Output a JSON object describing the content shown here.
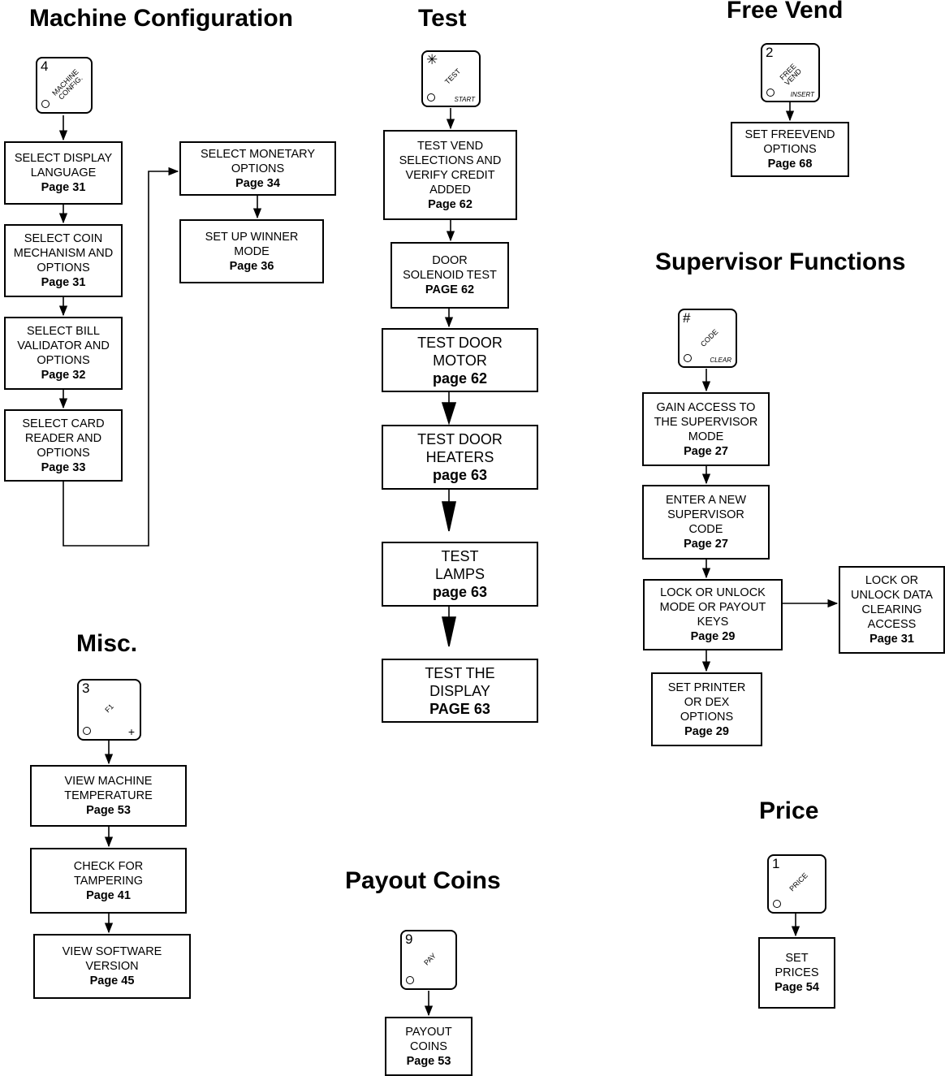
{
  "sections": {
    "machine_config": {
      "title": "Machine Configuration",
      "key": {
        "symbol": "4",
        "label": "MACHINE\nCONFIG."
      },
      "boxes": [
        {
          "text": "SELECT DISPLAY\nLANGUAGE",
          "page": "Page 31"
        },
        {
          "text": "SELECT COIN\nMECHANISM AND\nOPTIONS",
          "page": "Page 31"
        },
        {
          "text": "SELECT BILL\nVALIDATOR AND\nOPTIONS",
          "page": "Page 32"
        },
        {
          "text": "SELECT CARD\nREADER AND\nOPTIONS",
          "page": "Page 33"
        },
        {
          "text": "SELECT MONETARY\nOPTIONS",
          "page": "Page 34"
        },
        {
          "text": "SET UP WINNER\nMODE",
          "page": "Page 36"
        }
      ]
    },
    "test": {
      "title": "Test",
      "key": {
        "symbol": "✳",
        "label": "TEST",
        "sub": "START"
      },
      "boxes": [
        {
          "text": "TEST VEND\nSELECTIONS AND\nVERIFY CREDIT\nADDED",
          "page": "Page 62"
        },
        {
          "text": "DOOR\nSOLENOID TEST",
          "page": "PAGE 62"
        },
        {
          "text": "TEST DOOR\nMOTOR",
          "page": "page 62"
        },
        {
          "text": "TEST DOOR\nHEATERS",
          "page": "page 63"
        },
        {
          "text": "TEST\nLAMPS",
          "page": "page 63"
        },
        {
          "text": "TEST THE\nDISPLAY",
          "page": "PAGE 63"
        }
      ]
    },
    "free_vend": {
      "title": "Free Vend",
      "key": {
        "symbol": "2",
        "label": "FREE VEND",
        "sub": "INSERT"
      },
      "boxes": [
        {
          "text": "SET FREEVEND\nOPTIONS",
          "page": "Page 68"
        }
      ]
    },
    "supervisor": {
      "title": "Supervisor Functions",
      "key": {
        "symbol": "#",
        "label": "CODE",
        "sub": "CLEAR"
      },
      "boxes": [
        {
          "text": "GAIN ACCESS TO\nTHE SUPERVISOR\nMODE",
          "page": "Page 27"
        },
        {
          "text": "ENTER A NEW\nSUPERVISOR\nCODE",
          "page": "Page 27"
        },
        {
          "text": "LOCK OR UNLOCK\nMODE OR PAYOUT\nKEYS",
          "page": "Page 29"
        },
        {
          "text": "LOCK OR\nUNLOCK DATA\nCLEARING\nACCESS",
          "page": "Page 31"
        },
        {
          "text": "SET PRINTER\nOR DEX\nOPTIONS",
          "page": "Page 29"
        }
      ]
    },
    "misc": {
      "title": "Misc.",
      "key": {
        "symbol": "3",
        "label": "F1",
        "sub": "+"
      },
      "boxes": [
        {
          "text": "VIEW MACHINE\nTEMPERATURE",
          "page": "Page 53"
        },
        {
          "text": "CHECK FOR\nTAMPERING",
          "page": "Page 41"
        },
        {
          "text": "VIEW SOFTWARE\nVERSION",
          "page": "Page 45"
        }
      ]
    },
    "payout": {
      "title": "Payout Coins",
      "key": {
        "symbol": "9",
        "label": "PAY"
      },
      "boxes": [
        {
          "text": "PAYOUT\nCOINS",
          "page": "Page 53"
        }
      ]
    },
    "price": {
      "title": "Price",
      "key": {
        "symbol": "1",
        "label": "PRICE"
      },
      "boxes": [
        {
          "text": "SET\nPRICES",
          "page": "Page 54"
        }
      ]
    }
  }
}
